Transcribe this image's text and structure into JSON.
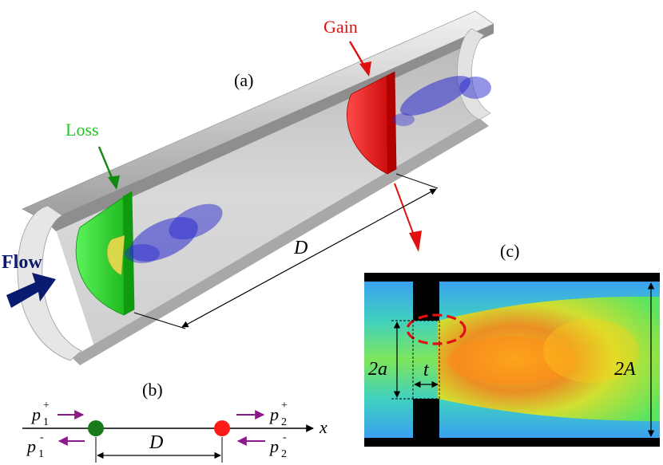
{
  "panel_a": {
    "tag": "(a)",
    "loss_label": "Loss",
    "gain_label": "Gain",
    "flow_label": "Flow",
    "distance_label": "D"
  },
  "panel_b": {
    "tag": "(b)",
    "p1_plus": "p",
    "p1_plus_sub": "1",
    "p1_plus_sup": "+",
    "p1_minus": "p",
    "p1_minus_sub": "1",
    "p1_minus_sup": "-",
    "p2_plus": "p",
    "p2_plus_sub": "2",
    "p2_plus_sup": "+",
    "p2_minus": "p",
    "p2_minus_sub": "2",
    "p2_minus_sup": "-",
    "distance_label": "D",
    "axis_label": "x"
  },
  "panel_c": {
    "tag": "(c)",
    "orifice_label": "2a",
    "thickness_label": "t",
    "pipe_label": "2A"
  },
  "colors": {
    "loss": "#1ec81e",
    "gain": "#e01010",
    "flow_arrow": "#0a1a6e",
    "pipe": "#c8c8c8",
    "particles": "#2a2ad0",
    "momentum_arrow": "#8a1a8a"
  }
}
